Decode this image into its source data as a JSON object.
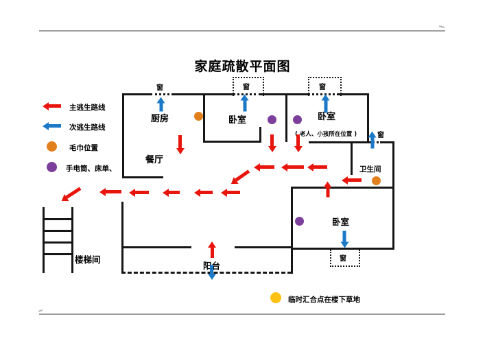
{
  "title": "家庭疏散平面图",
  "colors": {
    "main_route": "#e8150d",
    "secondary_route": "#1b79c7",
    "towel": "#e2801d",
    "flashlight": "#7c3f9c",
    "meeting": "#fdc116",
    "wall": "#161616",
    "rule": "#9e9e9e"
  },
  "legend": {
    "main_route_label": "主逃生路线",
    "secondary_route_label": "次逃生路线",
    "towel_label": "毛巾位置",
    "flashlight_label": "手电筒、床单、"
  },
  "rooms": {
    "kitchen": "厨房",
    "bedroom1": "卧室",
    "bedroom2": "卧室",
    "bedroom3": "卧室",
    "dining": "餐厅",
    "bathroom": "卫生间",
    "balcony": "阳台",
    "stairwell": "楼梯间"
  },
  "labels": {
    "window": "窗",
    "elderly_note": "( 老人、小孩所在位置 )",
    "meeting_note": "临时汇合点在楼下草地"
  }
}
